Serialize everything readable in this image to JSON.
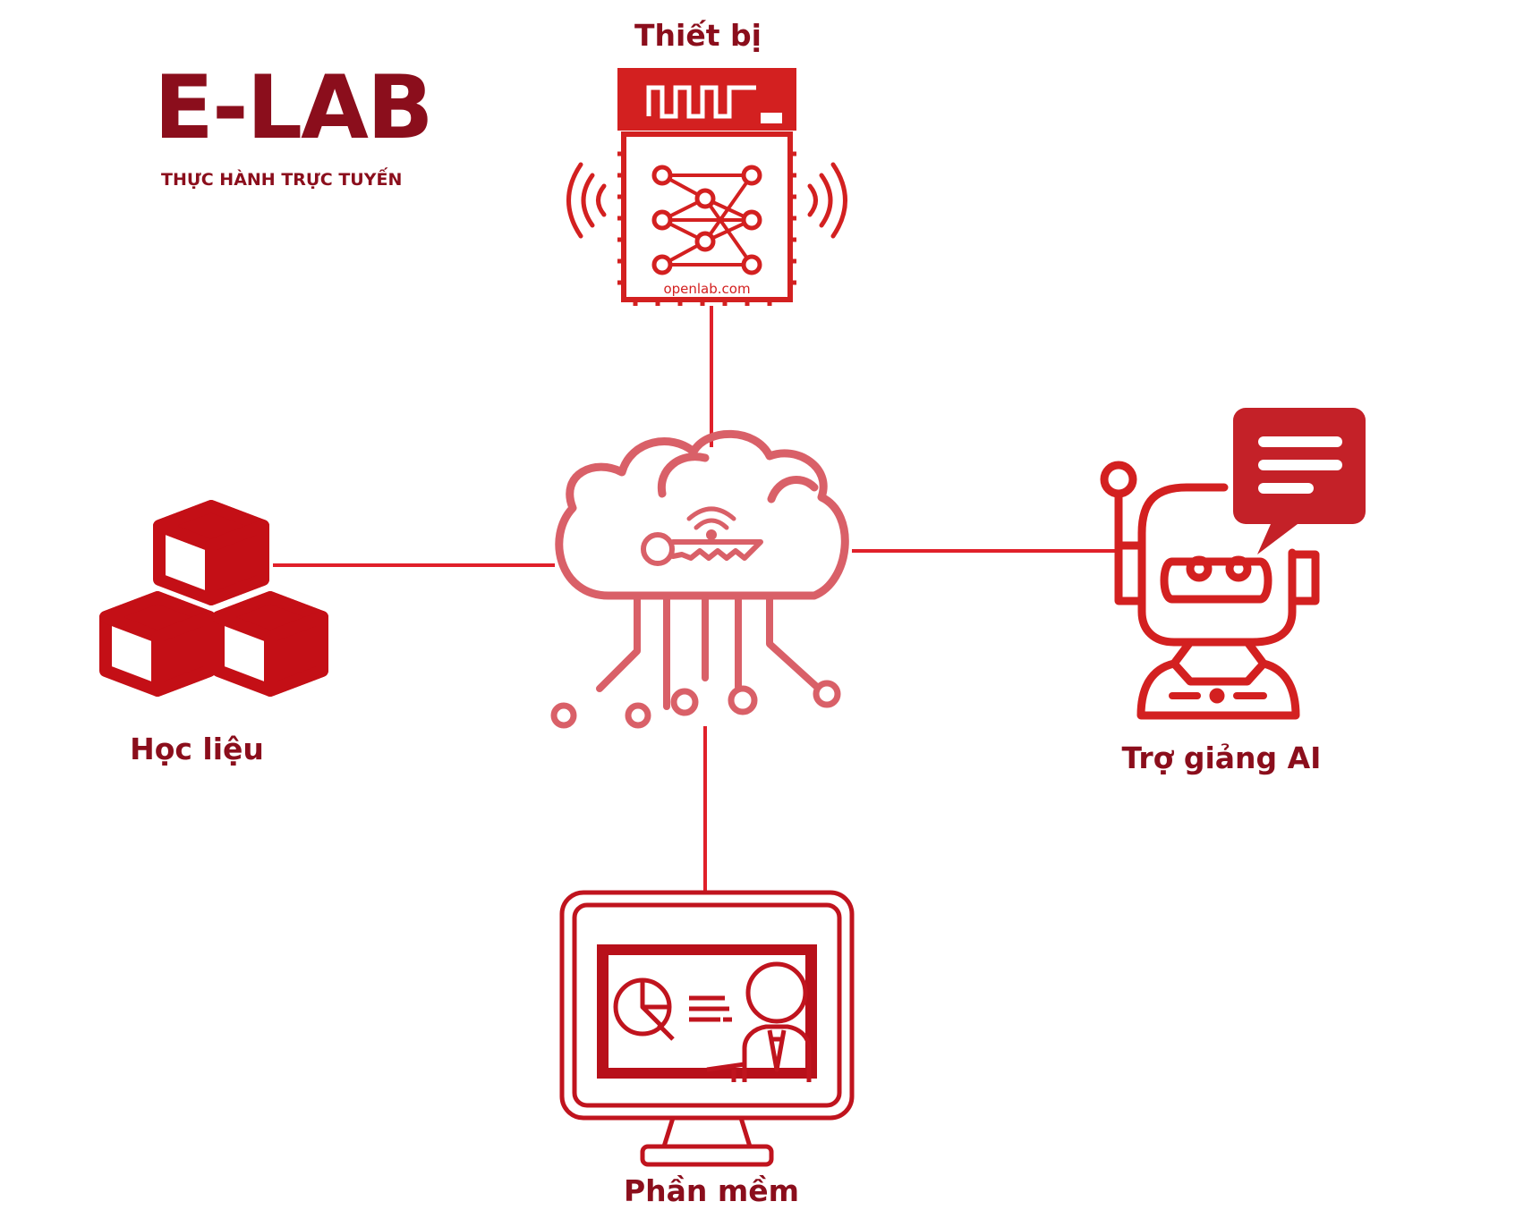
{
  "brand": {
    "title": "E-LAB",
    "subtitle": "THỰC HÀNH TRỰC TUYẾN"
  },
  "nodes": {
    "device": {
      "label": "Thiết bị",
      "icon": "chip-icon",
      "chip_text": "openlab.com"
    },
    "materials": {
      "label": "Học liệu",
      "icon": "cubes-icon"
    },
    "ai_assistant": {
      "label": "Trợ giảng AI",
      "icon": "robot-chat-icon"
    },
    "software": {
      "label": "Phần mềm",
      "icon": "monitor-presenter-icon"
    },
    "hub": {
      "icon": "cloud-key-icon"
    }
  },
  "colors": {
    "primary": "#d32020",
    "dark": "#8b0e1c",
    "cloud": "#d96068",
    "connector": "#e0202a"
  }
}
